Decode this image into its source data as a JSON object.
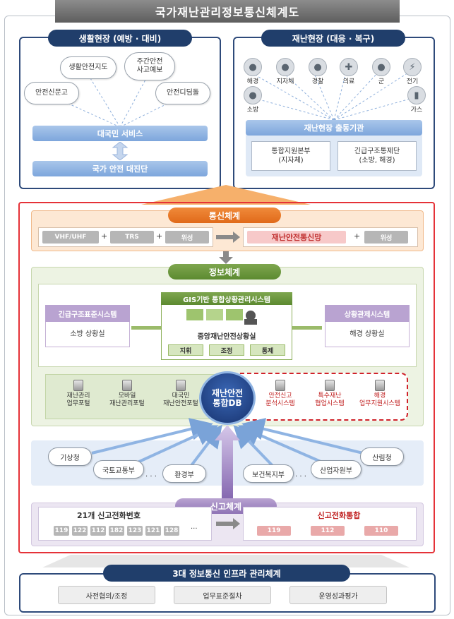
{
  "title": "국가재난관리정보통신체계도",
  "daily_site": {
    "header": "생활현장 (예방 · 대비)",
    "bubbles": [
      "생활안전지도",
      "주간안전\n사고예보",
      "안전신문고",
      "안전디딤돌"
    ],
    "service_bar": "대국민 서비스",
    "campaign_bar": "국가 안전 대진단"
  },
  "disaster_site": {
    "header": "재난현장 (대응 · 복구)",
    "icons": [
      "해경",
      "지자체",
      "경찰",
      "의료",
      "군",
      "전기",
      "소방",
      "가스"
    ],
    "dispatch_bar": "재난현장 출동기관",
    "box_left": "통합지원본부\n(지자체)",
    "box_right": "긴급구조통제단\n(소방, 해경)"
  },
  "comm": {
    "header": "통신체계",
    "chips": [
      "VHF/UHF",
      "TRS",
      "위성"
    ],
    "plus": "+",
    "network": "재난안전통신망",
    "satellite": "위성"
  },
  "info": {
    "header": "정보체계",
    "gis_title": "GIS기반 통합상황관리시스템",
    "center_room": "중앙재난안전상황실",
    "gis_tabs": [
      "지휘",
      "조정",
      "통제"
    ],
    "left_sys_title": "긴급구조표준시스템",
    "left_sys_body": "소방 상황실",
    "right_sys_title": "상황관제시스템",
    "right_sys_body": "해경 상황실",
    "portals": [
      "재난관리\n업무포털",
      "모바일\n재난관리포털",
      "대국민\n재난안전포털"
    ],
    "db": "재난안전\n통합DB",
    "systems": [
      "안전신고\n분석시스템",
      "특수재난\n협업시스템",
      "해경\n업무지원시스템"
    ]
  },
  "agencies": [
    "기상청",
    "국토교통부",
    "환경부",
    "보건복지부",
    "산업자원부",
    "산림청"
  ],
  "ellipsis": "· · ·",
  "report": {
    "header": "신고체계",
    "left_title": "21개 신고전화번호",
    "left_numbers": [
      "119",
      "122",
      "112",
      "182",
      "123",
      "121",
      "128"
    ],
    "left_more": "···",
    "right_title": "신고전화통합",
    "right_numbers": [
      "119",
      "112",
      "110"
    ]
  },
  "infra": {
    "header": "3대 정보통신 인프라 관리체계",
    "items": [
      "사전협의/조정",
      "업무표준절차",
      "운영성과평가"
    ]
  }
}
